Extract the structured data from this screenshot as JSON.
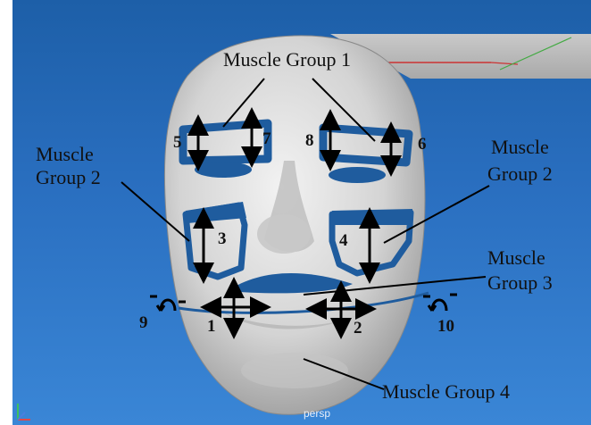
{
  "viewport": {
    "camera_label": "persp"
  },
  "labels": {
    "group1": "Muscle Group 1",
    "group2_left": "Muscle\nGroup 2",
    "group2_left_line1": "Muscle",
    "group2_left_line2": "Group 2",
    "group2_right_line1": "Muscle",
    "group2_right_line2": "Group 2",
    "group3_line1": "Muscle",
    "group3_line2": "Group 3",
    "group4": "Muscle Group 4"
  },
  "numbers": {
    "n1": "1",
    "n2": "2",
    "n3": "3",
    "n4": "4",
    "n5": "5",
    "n6": "6",
    "n7": "7",
    "n8": "8",
    "n9": "9",
    "n10": "10"
  },
  "colors": {
    "muscle_region": "#1f5c9e",
    "face": "#d8d8d8",
    "arrow": "#000000"
  }
}
